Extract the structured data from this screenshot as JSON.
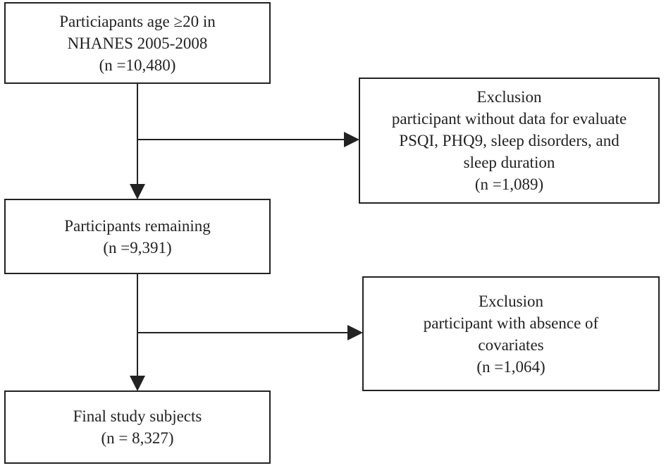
{
  "boxes": {
    "initial": {
      "line1": "Particiapants age ≥20 in",
      "line2": "NHANES 2005-2008",
      "line3": "(n =10,480)"
    },
    "exclusion1": {
      "line1": "Exclusion",
      "line2": "participant without data for evaluate",
      "line3": "PSQI, PHQ9, sleep disorders, and",
      "line4": "sleep duration",
      "line5": "(n =1,089)"
    },
    "remaining": {
      "line1": "Participants remaining",
      "line2": "(n =9,391)"
    },
    "exclusion2": {
      "line1": "Exclusion",
      "line2": "participant with absence of",
      "line3": "covariates",
      "line4": "(n =1,064)"
    },
    "final": {
      "line1": "Final study subjects",
      "line2": "(n = 8,327)"
    }
  },
  "colors": {
    "line": "#222222",
    "text": "#222222",
    "background": "#ffffff"
  }
}
